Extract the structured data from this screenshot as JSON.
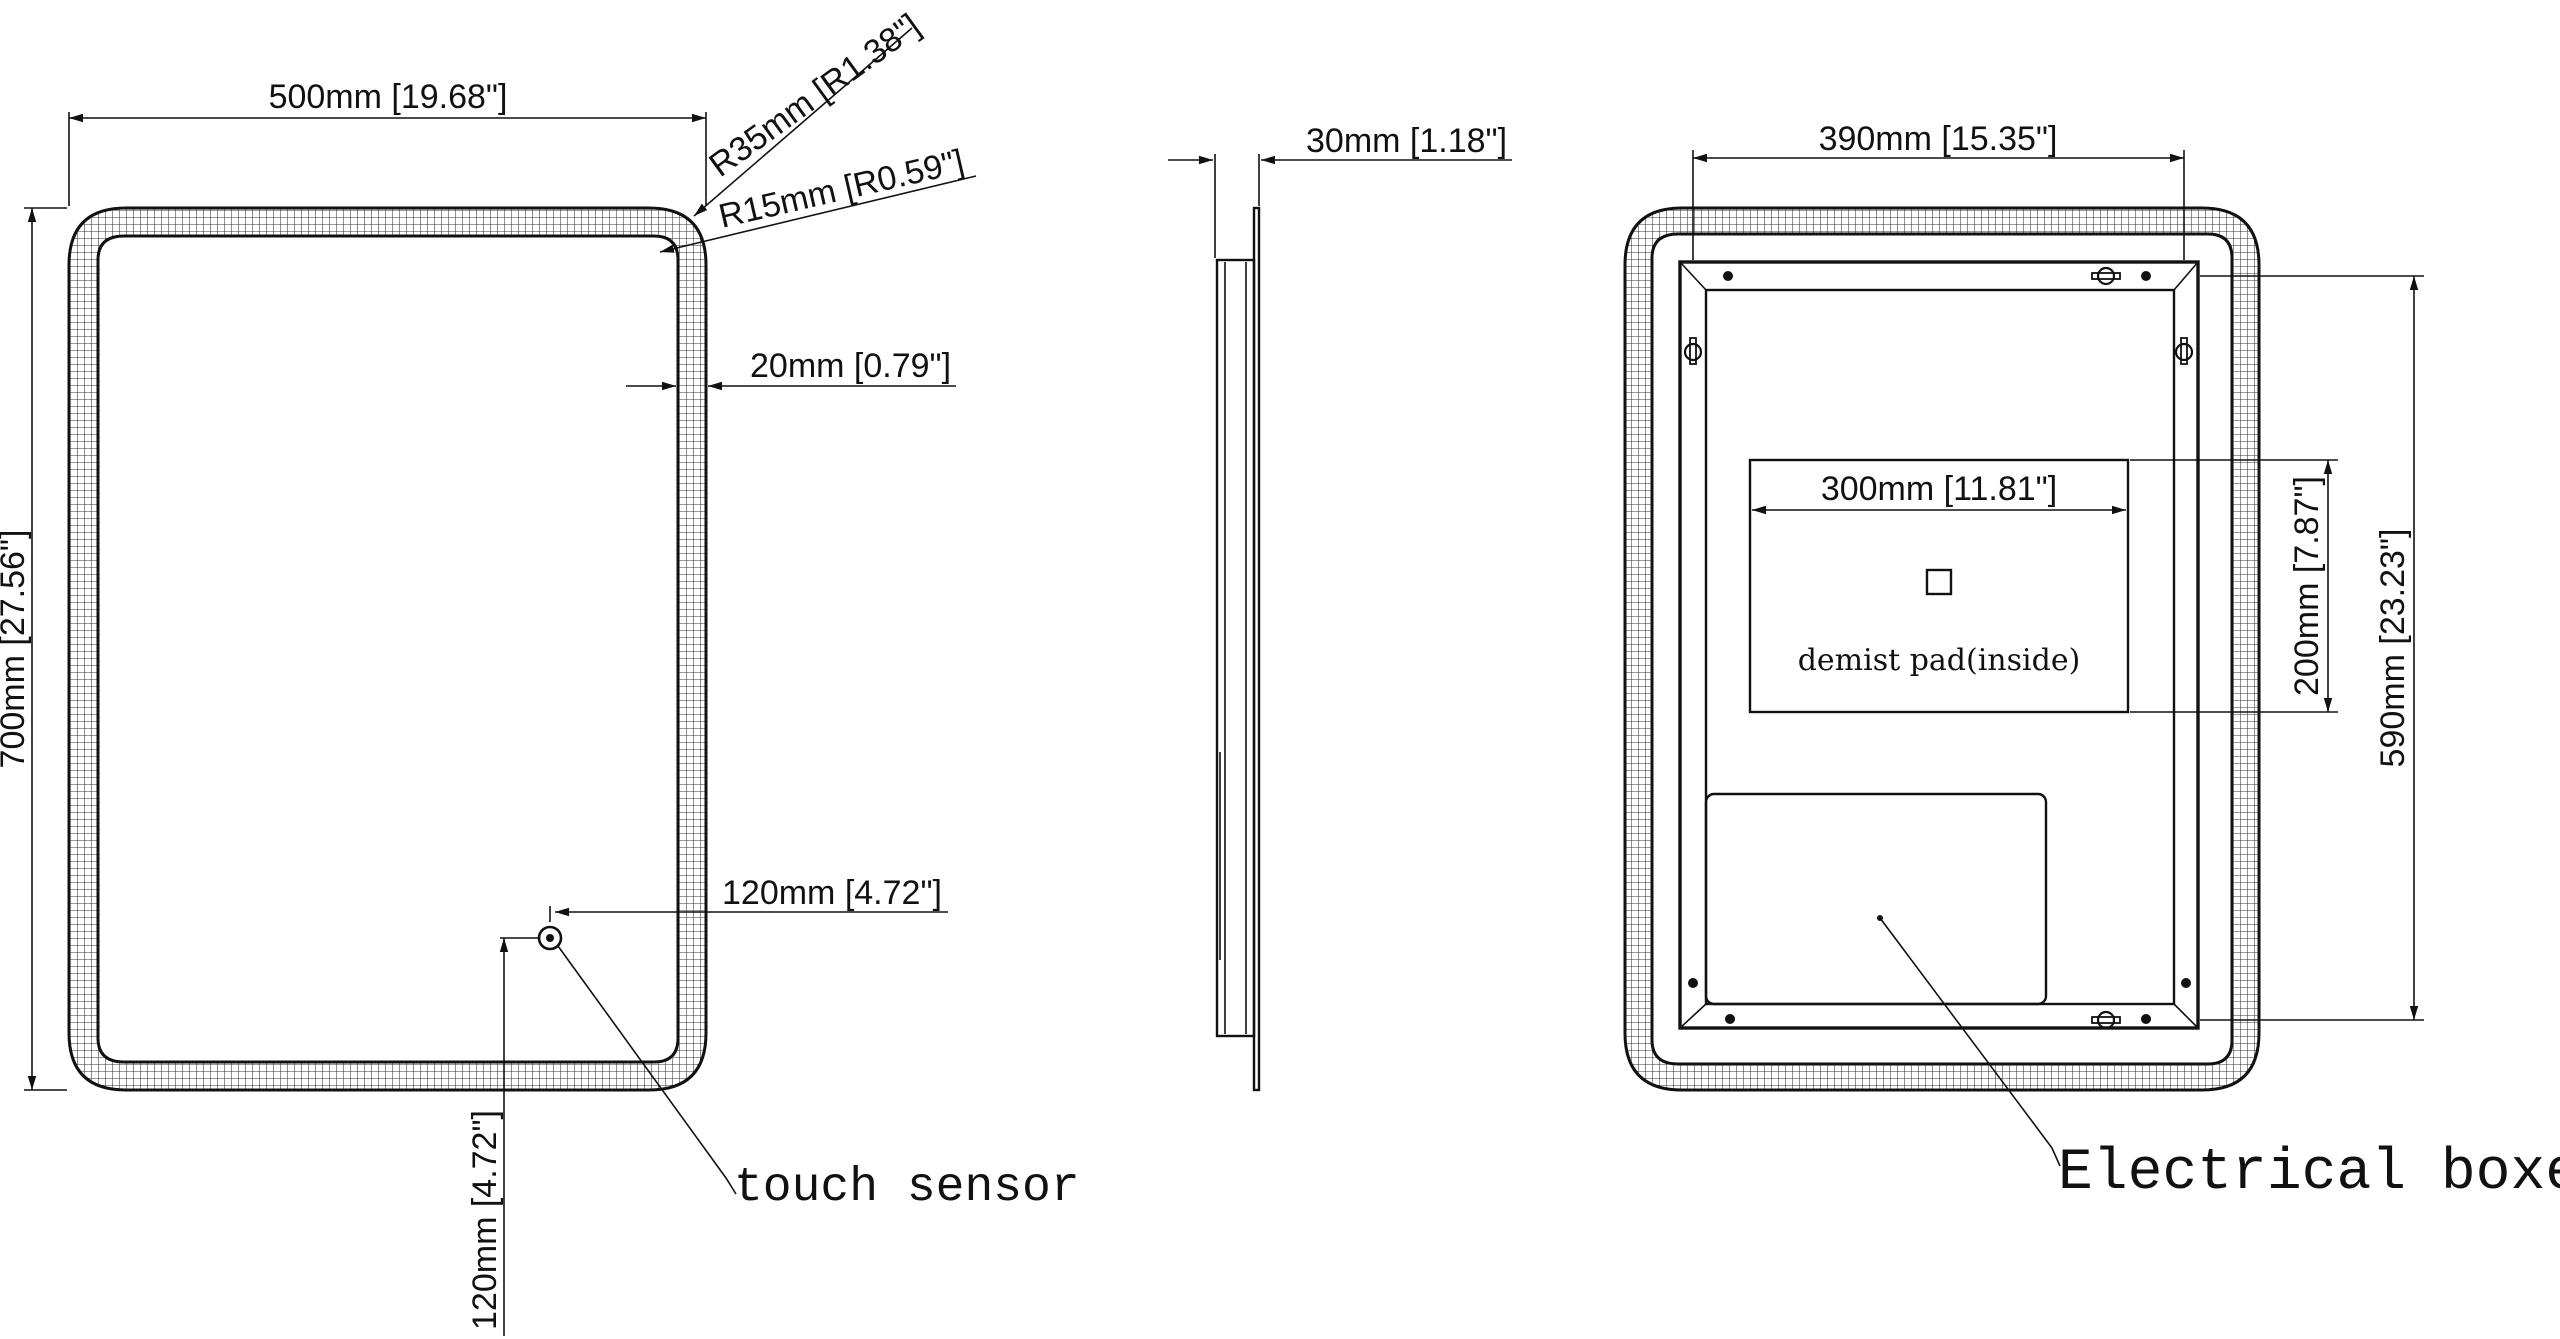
{
  "front_view": {
    "width_label": "500mm [19.68\"]",
    "height_label": "700mm [27.56\"]",
    "outer_radius_label": "R35mm [R1.38\"]",
    "inner_radius_label": "R15mm [R0.59\"]",
    "border_label": "20mm [0.79\"]",
    "sensor_x_label": "120mm [4.72\"]",
    "sensor_y_label": "120mm [4.72\"]",
    "sensor_callout": "touch sensor"
  },
  "side_view": {
    "depth_label": "30mm [1.18\"]"
  },
  "back_view": {
    "frame_width_label": "390mm [15.35\"]",
    "frame_height_label": "590mm [23.23\"]",
    "pad_width_label": "300mm [11.81\"]",
    "pad_height_label": "200mm [7.87\"]",
    "pad_note": "demist pad(inside)",
    "box_callout": "Electrical boxes"
  },
  "colors": {
    "line": "#111111",
    "background": "#ffffff"
  }
}
